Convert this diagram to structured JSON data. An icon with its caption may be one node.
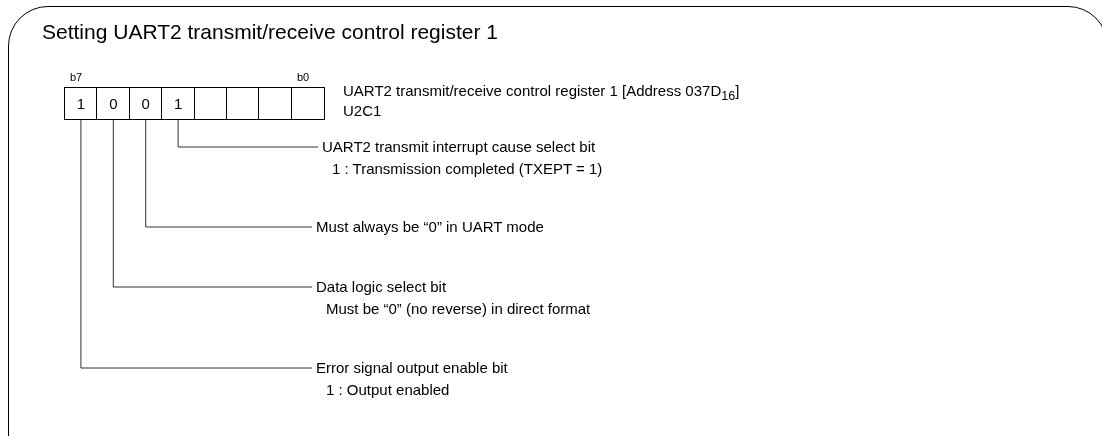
{
  "diagram": {
    "title": "Setting UART2 transmit/receive control register 1",
    "nodes": [
      {
        "text": [
          "1"
        ]
      },
      {
        "text": [
          "0"
        ]
      },
      {
        "text": [
          "0"
        ]
      },
      {
        "text": [
          "1"
        ]
      },
      {
        "text": [],
        "shape": "box"
      },
      {
        "text": [],
        "shape": "box"
      },
      {
        "text": [],
        "shape": "box"
      },
      {
        "text": [],
        "shape": "box"
      },
      {
        "text": [
          "UART2 transmit interrupt cause select bit",
          "1 : Transmission completed (TXEPT = 1)"
        ]
      },
      {
        "text": [
          "Must always be “0” in UART mode"
        ]
      },
      {
        "text": [
          "Data logic select bit",
          "Must be “0” (no reverse) in direct format"
        ]
      },
      {
        "text": [
          "Error signal output enable bit",
          "1 : Output enabled"
        ]
      }
    ],
    "edges": [
      {
        "from": 3,
        "to": 8,
        "arrow": "none"
      },
      {
        "from": 2,
        "to": 9,
        "arrow": "none"
      },
      {
        "from": 1,
        "to": 10,
        "arrow": "none"
      },
      {
        "from": 0,
        "to": 11,
        "arrow": "none"
      }
    ],
    "labels": [
      "b7",
      "b0",
      "UART2 transmit/receive control register 1 [Address 037D$_{16}$]",
      "U2C1"
    ]
  }
}
